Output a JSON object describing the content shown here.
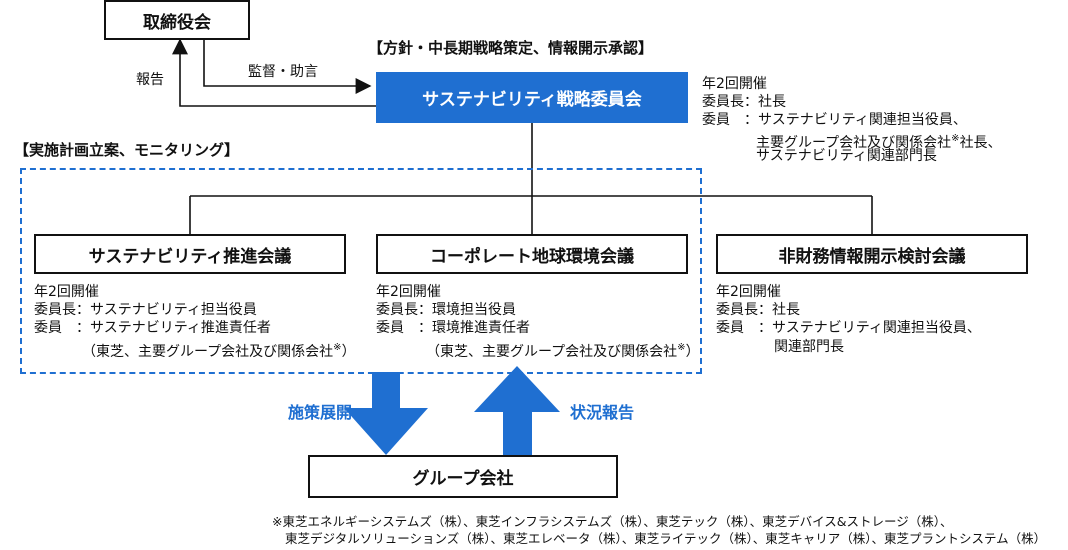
{
  "board": "取締役会",
  "report_label": "報告",
  "supervise_label": "監督・助言",
  "committee_role": "【方針・中長期戦略策定、情報開示承認】",
  "committee": "サステナビリティ戦略委員会",
  "committee_info": {
    "line1": "年2回開催",
    "line2": "委員長：社長",
    "line3": "委員　：サステナビリティ関連担当役員、",
    "line4a": "主要グループ会社及び関係会社",
    "line4mark": "※",
    "line4b": "社長、",
    "line5": "サステナビリティ関連部門長"
  },
  "implementation_label": "【実施計画立案、モニタリング】",
  "meetings": [
    {
      "title": "サステナビリティ推進会議",
      "line1": "年2回開催",
      "line2": "委員長：サステナビリティ担当役員",
      "line3": "委員　：サステナビリティ推進責任者",
      "line4a": "（東芝、主要グループ会社及び関係会社",
      "line4mark": "※",
      "line4b": "）"
    },
    {
      "title": "コーポレート地球環境会議",
      "line1": "年2回開催",
      "line2": "委員長：環境担当役員",
      "line3": "委員　：環境推進責任者",
      "line4a": "（東芝、主要グループ会社及び関係会社",
      "line4mark": "※",
      "line4b": "）"
    },
    {
      "title": "非財務情報開示検討会議",
      "line1": "年2回開催",
      "line2": "委員長：社長",
      "line3": "委員　：サステナビリティ関連担当役員、",
      "line4": "関連部門長"
    }
  ],
  "policy_deploy_label": "施策展開",
  "status_report_label": "状況報告",
  "group_companies": "グループ会社",
  "footnote": {
    "line1": "※東芝エネルギーシステムズ（株）、東芝インフラシステムズ（株）、東芝テック（株）、東芝デバイス&ストレージ（株）、",
    "line2": "東芝デジタルソリューションズ（株）、東芝エレベータ（株）、東芝ライテック（株）、東芝キャリア（株）、東芝プラントシステム（株）"
  },
  "colors": {
    "accent": "#1f6fd1",
    "line": "#111111"
  }
}
